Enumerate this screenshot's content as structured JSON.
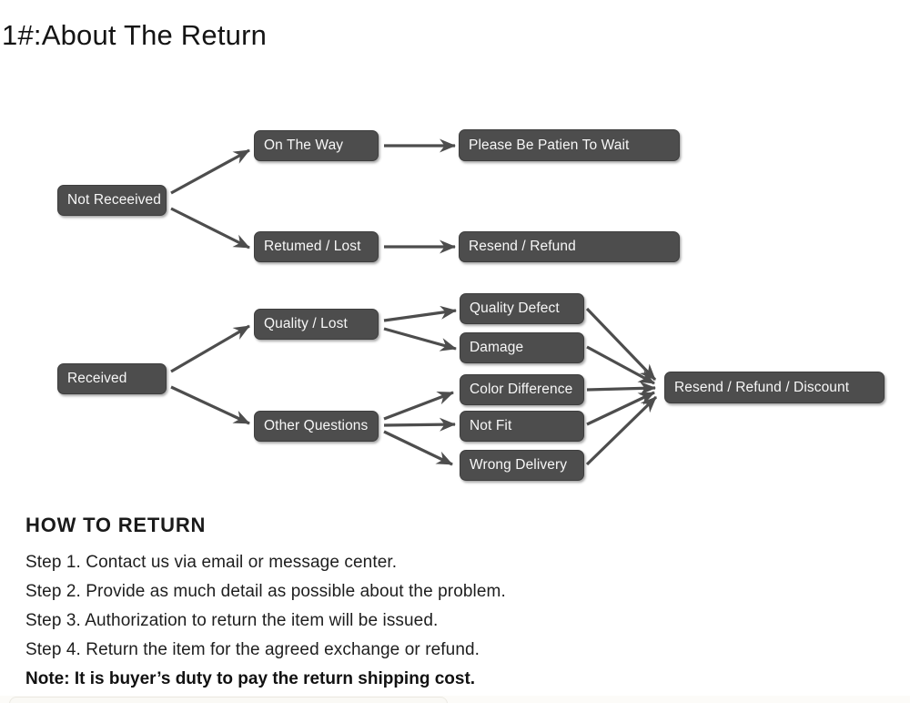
{
  "page": {
    "title": "1#:About The Return"
  },
  "flowchart": {
    "box_color": "#4d4d4d",
    "box_text_color": "#f7f7f7",
    "arrow_color": "#4d4d4d",
    "nodes": {
      "not_received": "Not Receeived",
      "on_the_way": "On The Way",
      "please_wait": "Please Be Patien To Wait",
      "returned_lost": "Retumed / Lost",
      "resend_refund": "Resend / Refund",
      "received": "Received",
      "quality_lost": "Quality / Lost",
      "quality_defect": "Quality Defect",
      "damage": "Damage",
      "other_questions": "Other Questions",
      "color_difference": "Color Difference",
      "not_fit": "Not Fit",
      "wrong_delivery": "Wrong Delivery",
      "resend_refund_discount": "Resend / Refund / Discount"
    }
  },
  "how_to_return": {
    "heading": "HOW TO RETURN",
    "steps": [
      "Step 1. Contact us via email or message center.",
      "Step 2. Provide as much detail as possible about the problem.",
      "Step 3. Authorization to return the item will be issued.",
      "Step 4. Return the item for the agreed exchange or refund."
    ],
    "note": "Note: It is buyer’s duty to pay the return shipping cost."
  }
}
